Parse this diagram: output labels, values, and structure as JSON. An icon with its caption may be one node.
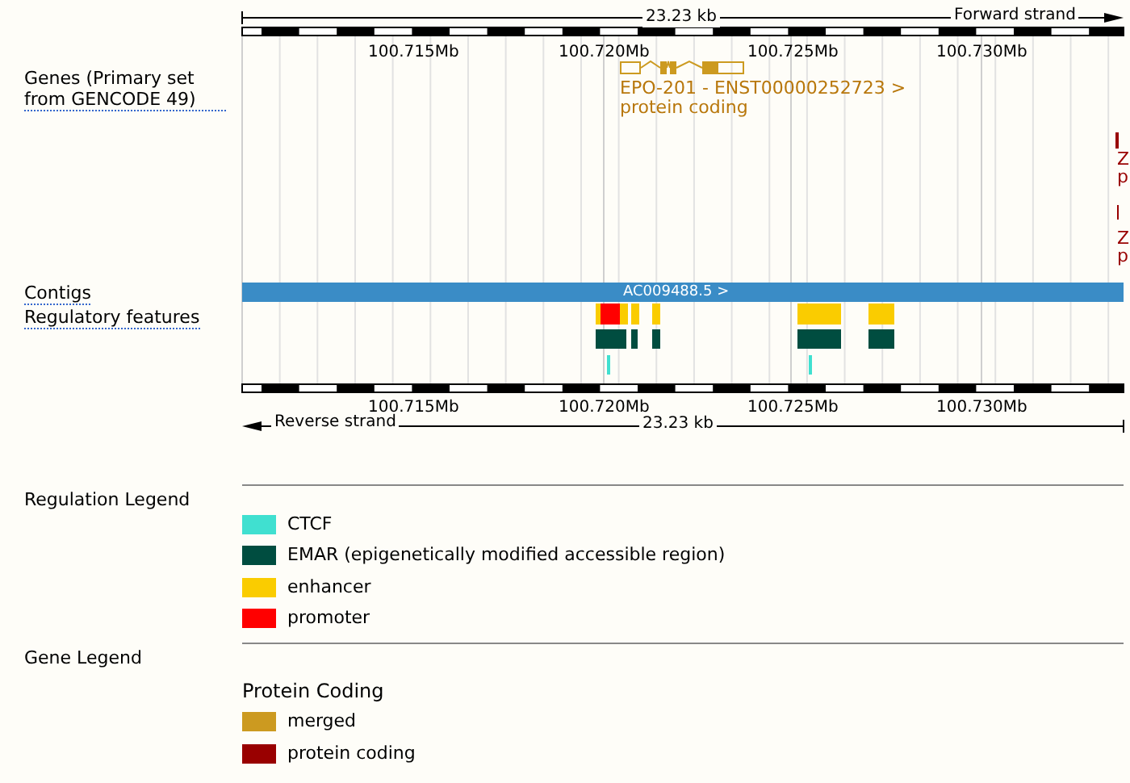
{
  "diagram": {
    "nodes": [
      {
        "text": [
          "EPO-201 - ENST00000252723 >",
          "protein coding"
        ]
      },
      {
        "text": [
          "AC009488.5 >"
        ]
      }
    ],
    "labels": [
      "23.23 kb",
      "Forward strand",
      "Genes (Primary set from GENCODE 49)",
      "100.715Mb",
      "100.720Mb",
      "100.725Mb",
      "100.730Mb",
      "Z",
      "p",
      "Z",
      "p",
      "Contigs",
      "Regulatory features",
      "100.715Mb",
      "100.720Mb",
      "100.725Mb",
      "100.730Mb",
      "Reverse strand",
      "23.23 kb",
      "Regulation Legend",
      "Gene Legend",
      "Protein Coding"
    ],
    "legend": [
      {
        "text": "CTCF",
        "color": "#40e0d0"
      },
      {
        "text": "EMAR (epigenetically modified accessible region)",
        "color": "#004d40"
      },
      {
        "text": "enhancer",
        "color": "#facc00"
      },
      {
        "text": "promoter",
        "color": "#ff0000"
      },
      {
        "text": "merged",
        "color": "#cc9a20"
      },
      {
        "text": "protein coding",
        "color": "#990000"
      }
    ]
  }
}
